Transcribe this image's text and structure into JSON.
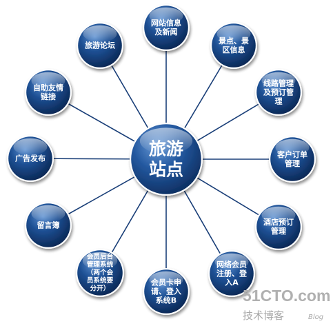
{
  "center": {
    "label": [
      "旅游",
      "站点"
    ]
  },
  "nodes": [
    {
      "id": "site-info-news",
      "label": [
        "网站信息",
        "及新闻"
      ]
    },
    {
      "id": "scenic-spot-info",
      "label": [
        "景点、景",
        "区信息"
      ]
    },
    {
      "id": "route-management",
      "label": [
        "线路管理",
        "及预订管",
        "理"
      ]
    },
    {
      "id": "customer-orders",
      "label": [
        "客户订单",
        "管理"
      ]
    },
    {
      "id": "hotel-booking",
      "label": [
        "酒店预订",
        "管理"
      ]
    },
    {
      "id": "member-registration",
      "label": [
        "网络会员",
        "注册、登",
        "入A"
      ]
    },
    {
      "id": "member-card",
      "label": [
        "会员卡申",
        "请、登入",
        "系统B"
      ]
    },
    {
      "id": "member-backend",
      "label": [
        "会员后台",
        "管理系统",
        "（两个会",
        "员系统要",
        "分开）"
      ]
    },
    {
      "id": "message-board",
      "label": [
        "留言簿"
      ]
    },
    {
      "id": "ad-publishing",
      "label": [
        "广告发布"
      ]
    },
    {
      "id": "self-service-links",
      "label": [
        "自助友情",
        "链接"
      ]
    },
    {
      "id": "travel-forum",
      "label": [
        "旅游论坛"
      ]
    }
  ],
  "watermark": {
    "line1": "51CTO.com",
    "line2": "技术博客",
    "line3": "Blog"
  }
}
